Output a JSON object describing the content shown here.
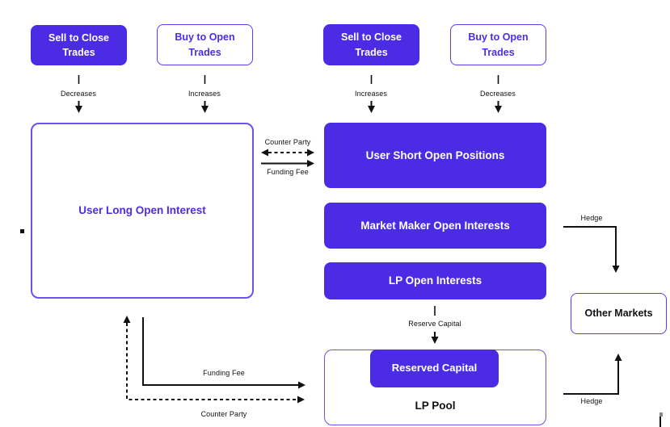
{
  "colors": {
    "box_fill": "#4B2CE4",
    "box_border_small": "#5B3BF0",
    "box_border_big": "#6A52F0",
    "accent_text": "#4E2BE8",
    "line": "#111111"
  },
  "top_left": {
    "sell_close": "Sell to Close\nTrades",
    "buy_open": "Buy to Open\nTrades",
    "sell_arrow_label": "Decreases",
    "buy_arrow_label": "Increases"
  },
  "top_right": {
    "sell_close": "Sell to Close\nTrades",
    "buy_open": "Buy to Open\nTrades",
    "sell_arrow_label": "Increases",
    "buy_arrow_label": "Decreases"
  },
  "nodes": {
    "user_long": "User Long Open Interest",
    "user_short": "User Short Open Positions",
    "market_maker": "Market Maker Open Interests",
    "lp_open_interests": "LP Open Interests",
    "other_markets": "Other Markets",
    "reserved_capital": "Reserved Capital",
    "lp_pool": "LP Pool"
  },
  "edge_labels": {
    "counter_party_mid": "Counter Party",
    "funding_fee_mid": "Funding Fee",
    "hedge_top": "Hedge",
    "hedge_bottom": "Hedge",
    "reserve_capital": "Reserve Capital",
    "funding_fee_bottom": "Funding Fee",
    "counter_party_bottom": "Counter Party"
  }
}
